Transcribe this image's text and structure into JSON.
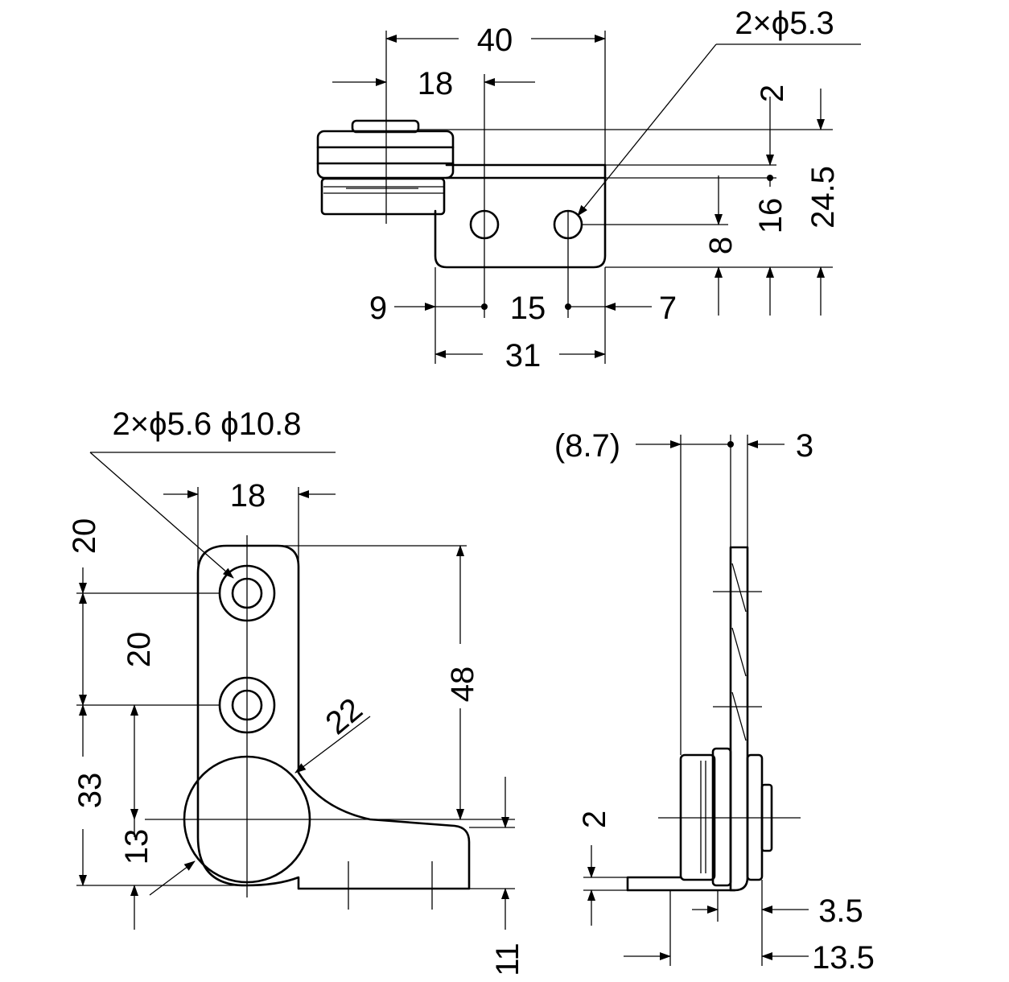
{
  "top_view": {
    "dims": {
      "w40": "40",
      "w18": "18",
      "holes": "2×ϕ5.3",
      "h2": "2",
      "h16": "16",
      "h24_5": "24.5",
      "h8": "8",
      "w9": "9",
      "w15": "15",
      "w7": "7",
      "w31": "31"
    }
  },
  "front_view": {
    "dims": {
      "holes": "2×ϕ5.6 ϕ10.8",
      "w18": "18",
      "h20a": "20",
      "h20b": "20",
      "h48": "48",
      "r22": "22",
      "h33": "33",
      "h13": "13",
      "h11": "11"
    }
  },
  "side_view": {
    "dims": {
      "w8_7": "(8.7)",
      "w3": "3",
      "h2": "2",
      "w3_5": "3.5",
      "w13_5": "13.5"
    }
  }
}
